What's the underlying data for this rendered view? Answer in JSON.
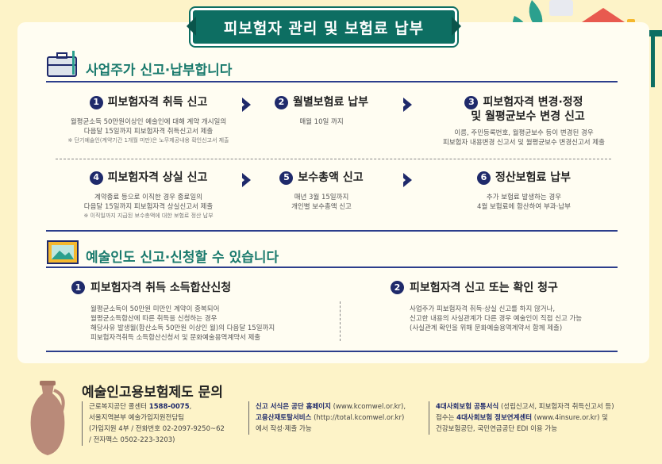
{
  "banner": {
    "title": "피보험자 관리 및 보험료 납부"
  },
  "employer": {
    "title": "사업주가 신고·납부합니다",
    "steps": [
      {
        "num": "1",
        "title": "피보험자격 취득 신고",
        "desc1": "월평균소득 50만원이상인 예술인에 대해 계약 개시일의",
        "desc2": "다음달 15일까지 피보험자격 취득신고서 제출",
        "note": "※ 단기예술인(계약기간 1개월 미만)은 노무제공내용 확인신고서 제출"
      },
      {
        "num": "2",
        "title": "월별보험료 납부",
        "desc1": "매월 10일 까지",
        "desc2": "",
        "note": ""
      },
      {
        "num": "3",
        "title": "피보험자격 변경·정정",
        "title2": "및 월평균보수 변경 신고",
        "desc1": "이름, 주민등록번호, 월평균보수 등이 변경된 경우",
        "desc2": "피보험자 내용변경 신고서 및 월평균보수 변경신고서 제출",
        "note": ""
      },
      {
        "num": "4",
        "title": "피보험자격 상실 신고",
        "desc1": "계약종료 등으로 이직한 경우 종료일의",
        "desc2": "다음달 15일까지 피보험자격 상실신고서 제출",
        "note": "※ 이직일까지 지급된 보수총액에 대한 보험료 정산 납부"
      },
      {
        "num": "5",
        "title": "보수총액 신고",
        "desc1": "매년 3월 15일까지",
        "desc2": "개인별 보수총액 신고",
        "note": ""
      },
      {
        "num": "6",
        "title": "정산보험료 납부",
        "desc1": "추가 보험료 발생하는 경우",
        "desc2": "4월 보험료에 합산하여 부과·납부",
        "note": ""
      }
    ]
  },
  "artist": {
    "title": "예술인도 신고·신청할 수 있습니다",
    "steps": [
      {
        "num": "1",
        "title": "피보험자격 취득 소득합산신청",
        "lines": [
          "월평균소득이 50만원 미만인 계약이 중복되어",
          "월평균소득합산에 따른 취득을 신청하는 경우",
          "해당사유 발생월(합산소득 50만원 이상인 월)의 다음달 15일까지",
          "피보험자격취득 소득합산신청서 및 문화예술용역계약서 제출"
        ]
      },
      {
        "num": "2",
        "title": "피보험자격 신고 또는 확인 청구",
        "lines": [
          "사업주가 피보험자격 취득·상실 신고를 하지 않거나,",
          "신고한 내용의 사실관계가 다른 경우 예술인이 직접 신고 가능",
          "(사실관계 확인을 위해 문화예술용역계약서 함께 제출)"
        ]
      }
    ]
  },
  "contact": {
    "title": "예술인고용보험제도 문의",
    "col1": {
      "l1a": "근로복지공단 콜센터 ",
      "l1b": "1588-0075",
      "l1c": ",",
      "l2": "서울지역본부 예술가입지원전담팀",
      "l3": "(가입지원 4부 / 전화번호 02-2097-9250~62",
      "l4": "/ 전자팩스 0502-223-3203)"
    },
    "col2": {
      "l1a": "신고 서식은 공단 홈페이지",
      "l1b": " (www.kcomwel.or.kr),",
      "l2a": "고용산재토탈서비스",
      "l2b": " (http://total.kcomwel.or.kr)",
      "l3": "에서 작성·제출 가능"
    },
    "col3": {
      "l1a": "4대사회보험 공통서식",
      "l1b": " (성립신고서, 피보험자격 취득신고서 등)",
      "l2a": "접수는 ",
      "l2b": "4대사회보험 정보연계센터",
      "l2c": " (www.4insure.or.kr) 및",
      "l3": "건강보험공단, 국민연금공단 EDI 이용 가능"
    }
  },
  "icons": {
    "employer": "briefcase-icon",
    "artist": "picture-frame-icon",
    "vase": "vase-icon",
    "desk": "desk-illustration"
  }
}
